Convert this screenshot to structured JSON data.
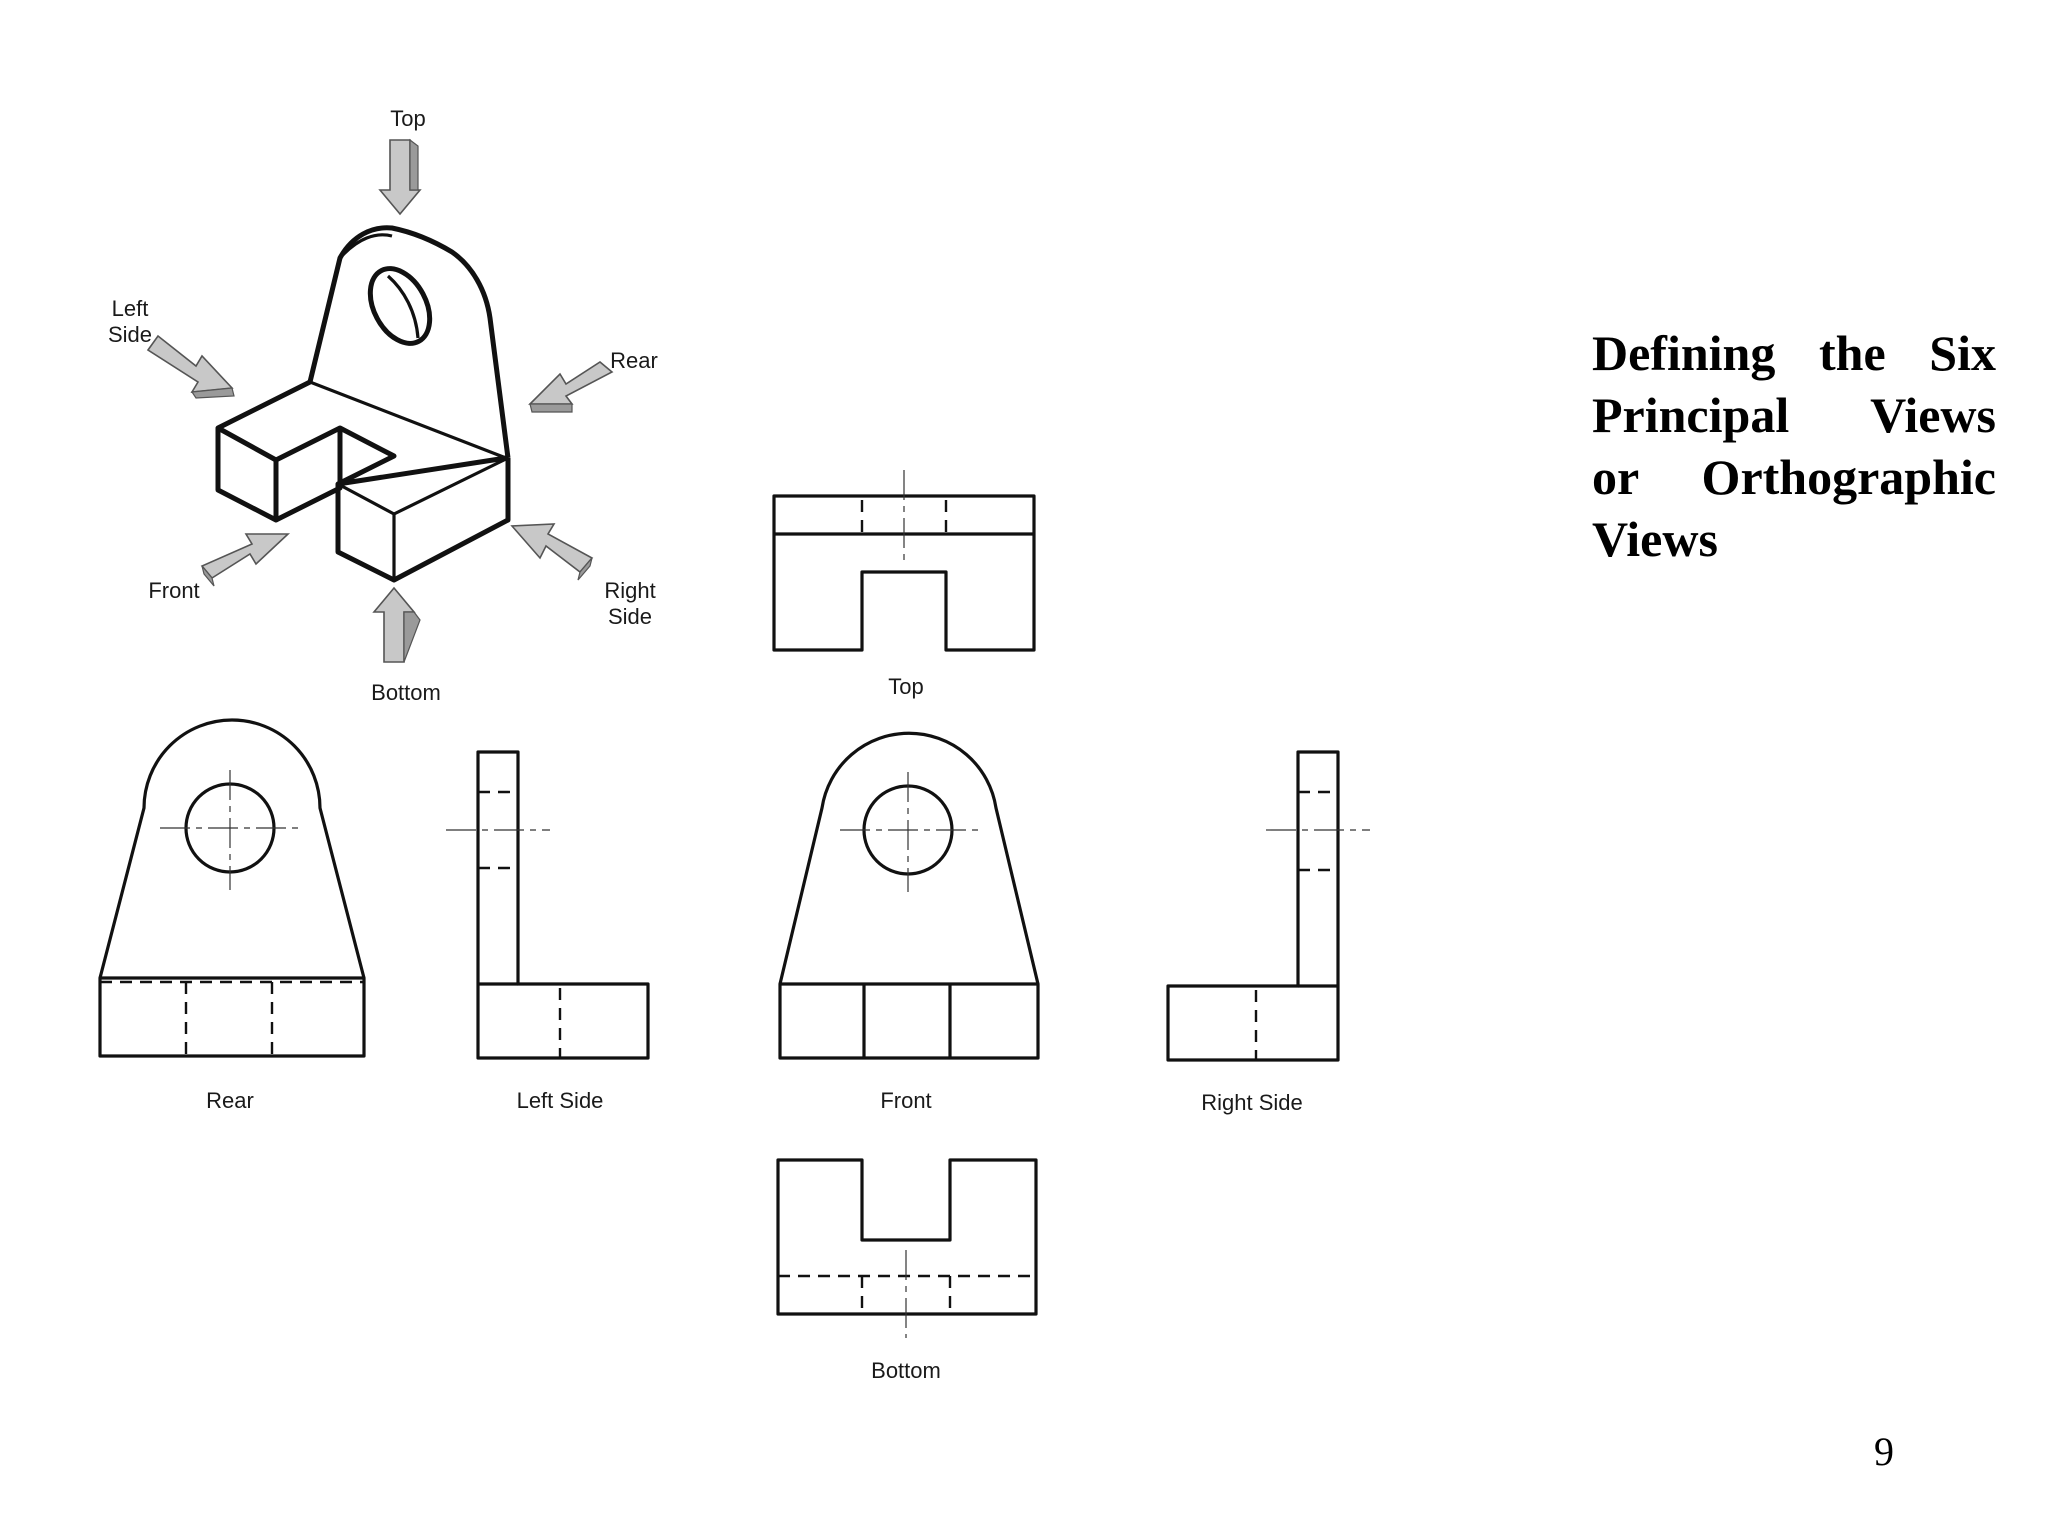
{
  "slide": {
    "title_lines": [
      "Defining the Six",
      "Principal Views",
      "or Orthographic",
      "Views"
    ],
    "page_number": "9"
  },
  "isometric": {
    "arrow_labels": {
      "top": "Top",
      "left_side_1": "Left",
      "left_side_2": "Side",
      "rear": "Rear",
      "front": "Front",
      "right_side_1": "Right",
      "right_side_2": "Side",
      "bottom": "Bottom"
    }
  },
  "views": {
    "top": "Top",
    "rear": "Rear",
    "left_side": "Left Side",
    "front": "Front",
    "right_side": "Right Side",
    "bottom": "Bottom"
  },
  "colors": {
    "line": "#111111",
    "arrow_fill": "#c8c8c8",
    "background": "#ffffff"
  }
}
